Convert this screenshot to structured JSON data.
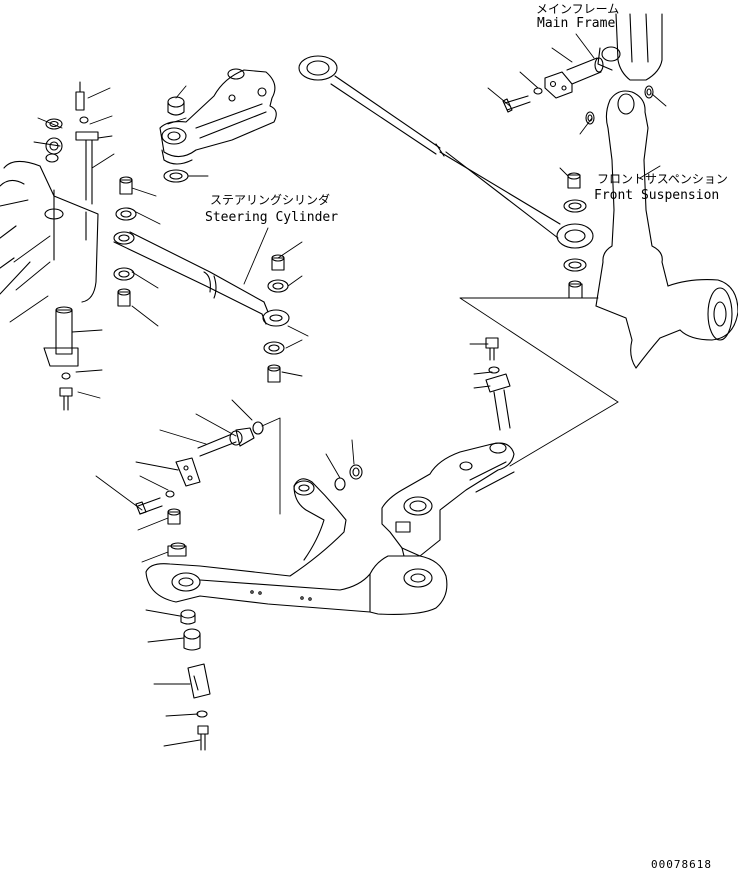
{
  "labels": {
    "main_frame_jp": "メインフレーム",
    "main_frame_en": "Main Frame",
    "front_suspension_jp": "フロントサスペンション",
    "front_suspension_en": "Front Suspension",
    "steering_cylinder_jp": "ステアリングシリンダ",
    "steering_cylinder_en": "Steering Cylinder"
  },
  "document_number": "00078618",
  "colors": {
    "line": "#000000",
    "background": "#ffffff"
  }
}
